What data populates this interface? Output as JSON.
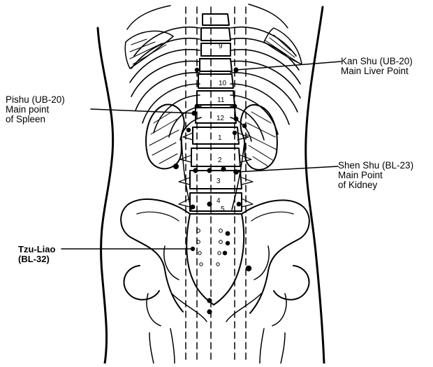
{
  "labels": {
    "kan_shu": {
      "line1": "Kan Shu (UB-20)",
      "line2": "Main Liver Point"
    },
    "pishu": {
      "line1": "Pishu (UB-20)",
      "line2": "Main point",
      "line3": "of Spleen"
    },
    "shen_shu": {
      "line1": "Shen Shu (BL-23)",
      "line2": "Main Point",
      "line3": "of Kidney"
    },
    "tzu_liao": {
      "line1": "Tzu-Liao",
      "line2": "(BL-32)"
    }
  },
  "vertebra_numbers": [
    "9",
    "10",
    "11",
    "12",
    "1",
    "2",
    "3",
    "4",
    "5"
  ],
  "colors": {
    "ink": "#000000",
    "paper": "#ffffff"
  }
}
